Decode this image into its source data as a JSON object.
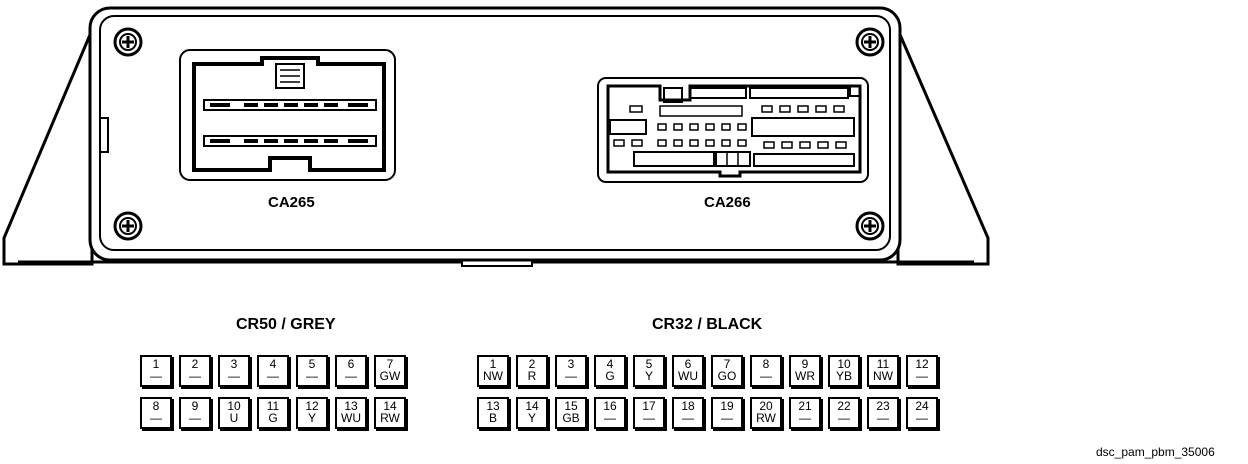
{
  "module": {
    "connector_a": "CA265",
    "connector_b": "CA266"
  },
  "groups": [
    {
      "title": "CR50 / GREY",
      "rows": [
        [
          {
            "n": "1",
            "w": "—"
          },
          {
            "n": "2",
            "w": "—"
          },
          {
            "n": "3",
            "w": "—"
          },
          {
            "n": "4",
            "w": "—"
          },
          {
            "n": "5",
            "w": "—"
          },
          {
            "n": "6",
            "w": "—"
          },
          {
            "n": "7",
            "w": "GW"
          }
        ],
        [
          {
            "n": "8",
            "w": "—"
          },
          {
            "n": "9",
            "w": "—"
          },
          {
            "n": "10",
            "w": "U"
          },
          {
            "n": "11",
            "w": "G"
          },
          {
            "n": "12",
            "w": "Y"
          },
          {
            "n": "13",
            "w": "WU"
          },
          {
            "n": "14",
            "w": "RW"
          }
        ]
      ]
    },
    {
      "title": "CR32 / BLACK",
      "rows": [
        [
          {
            "n": "1",
            "w": "NW"
          },
          {
            "n": "2",
            "w": "R"
          },
          {
            "n": "3",
            "w": "—"
          },
          {
            "n": "4",
            "w": "G"
          },
          {
            "n": "5",
            "w": "Y"
          },
          {
            "n": "6",
            "w": "WU"
          },
          {
            "n": "7",
            "w": "GO"
          },
          {
            "n": "8",
            "w": "—"
          },
          {
            "n": "9",
            "w": "WR"
          },
          {
            "n": "10",
            "w": "YB"
          },
          {
            "n": "11",
            "w": "NW"
          },
          {
            "n": "12",
            "w": "—"
          }
        ],
        [
          {
            "n": "13",
            "w": "B"
          },
          {
            "n": "14",
            "w": "Y"
          },
          {
            "n": "15",
            "w": "GB"
          },
          {
            "n": "16",
            "w": "—"
          },
          {
            "n": "17",
            "w": "—"
          },
          {
            "n": "18",
            "w": "—"
          },
          {
            "n": "19",
            "w": "—"
          },
          {
            "n": "20",
            "w": "RW"
          },
          {
            "n": "21",
            "w": "—"
          },
          {
            "n": "22",
            "w": "—"
          },
          {
            "n": "23",
            "w": "—"
          },
          {
            "n": "24",
            "w": "—"
          }
        ]
      ]
    }
  ],
  "caption": "dsc_pam_pbm_35006"
}
